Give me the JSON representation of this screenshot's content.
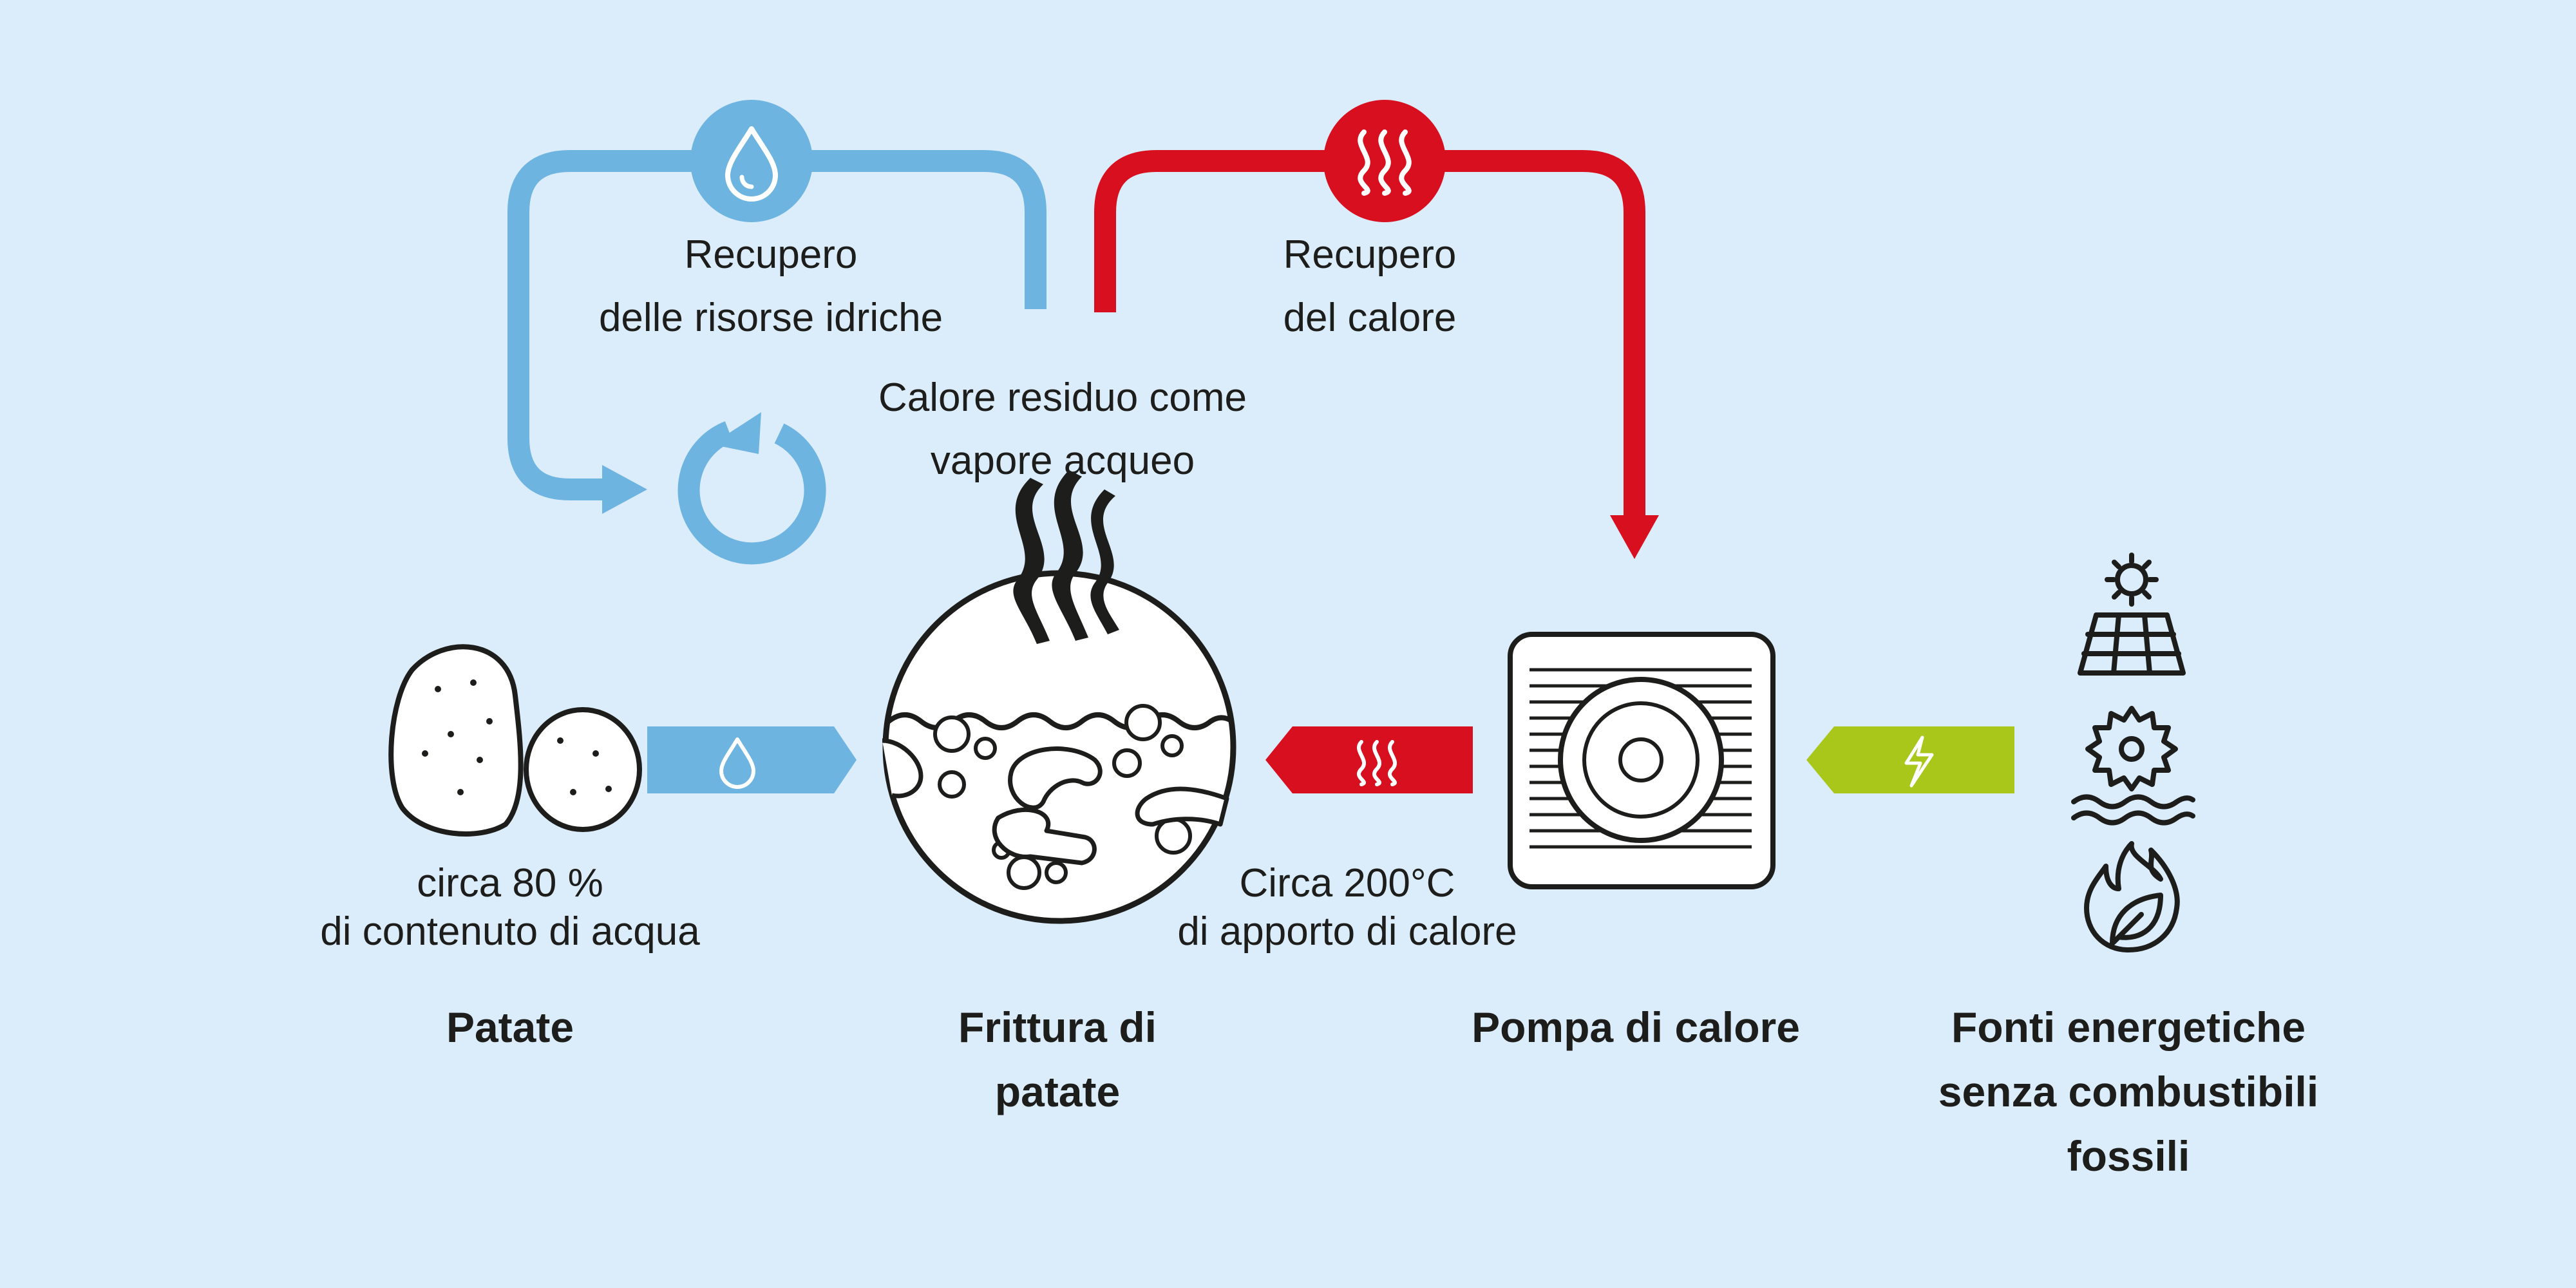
{
  "colors": {
    "background": "#dbecfa",
    "water_blue": "#6eb4e1",
    "heat_red": "#d80f1e",
    "energy_green": "#a9c61b",
    "ink": "#1d1d1b"
  },
  "loops": {
    "water_recovery": {
      "line1": "Recupero",
      "line2": "delle risorse idriche",
      "icon": "water-drop-icon"
    },
    "heat_recovery": {
      "line1": "Recupero",
      "line2": "del calore",
      "icon": "heat-waves-icon"
    }
  },
  "steam_label": {
    "line1": "Calore residuo come",
    "line2": "vapore acqueo"
  },
  "recycle_icon": "recycle-arrow-icon",
  "stages": {
    "potatoes": {
      "title": "Patate",
      "caption_line1": "circa 80 %",
      "caption_line2": "di contenuto di acqua",
      "icon": "potatoes-icon"
    },
    "frying": {
      "title_line1": "Frittura di",
      "title_line2": "patate",
      "caption_line1": "Circa 200°C",
      "caption_line2": "di apporto di calore",
      "icon": "frying-pot-icon"
    },
    "heat_pump": {
      "title": "Pompa di calore",
      "icon": "heat-pump-icon"
    },
    "energy": {
      "title_line1": "Fonti energetiche",
      "title_line2": "senza combustibili",
      "title_line3": "fossili",
      "icons": [
        "solar-panel-icon",
        "hydro-wheel-icon",
        "bio-fire-icon"
      ]
    }
  },
  "flow_arrows": [
    {
      "name": "water-flow-arrow",
      "icon": "water-drop-icon",
      "color": "#6eb4e1"
    },
    {
      "name": "heat-flow-arrow",
      "icon": "heat-waves-icon",
      "color": "#d80f1e"
    },
    {
      "name": "electricity-flow-arrow",
      "icon": "lightning-icon",
      "color": "#a9c61b"
    }
  ]
}
